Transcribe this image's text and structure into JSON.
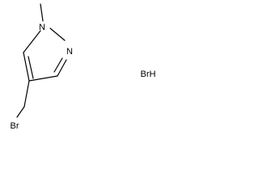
{
  "molecule": {
    "atoms": {
      "ring_nitrogen_n1": "N",
      "ring_nitrogen_n2": "N",
      "bromine": "Br",
      "salt": "BrH"
    }
  }
}
